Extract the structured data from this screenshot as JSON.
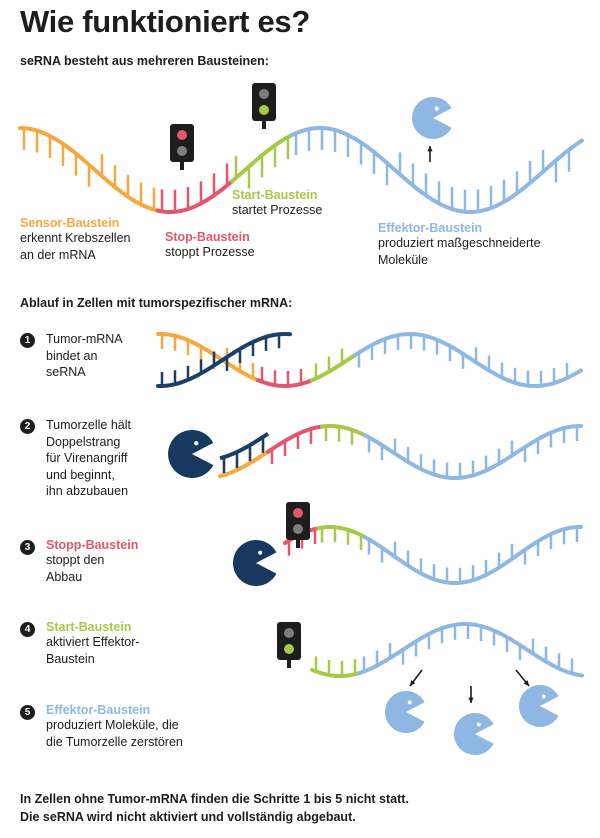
{
  "title": "Wie funktioniert es?",
  "intro_heading": "seRNA besteht aus mehreren Bausteinen:",
  "components": [
    {
      "name": "Sensor-Baustein",
      "text": "erkennt Krebszellen\nan der mRNA"
    },
    {
      "name": "Stop-Baustein",
      "text": "stoppt Prozesse"
    },
    {
      "name": "Start-Baustein",
      "text": "startet Prozesse"
    },
    {
      "name": "Effektor-Baustein",
      "text": "produziert maßgeschneiderte\nMoleküle"
    }
  ],
  "process_heading": "Ablauf in Zellen mit tumorspezifischer mRNA:",
  "steps": [
    {
      "num": "1",
      "title": "",
      "text": "Tumor-mRNA\nbindet an\nseRNA"
    },
    {
      "num": "2",
      "title": "",
      "text": "Tumorzelle hält\nDoppelstrang\nfür Virenangriff\nund beginnt,\nihn abzubauen"
    },
    {
      "num": "3",
      "title": "Stopp-Baustein",
      "text": "stoppt den\nAbbau"
    },
    {
      "num": "4",
      "title": "Start-Baustein",
      "text": "aktiviert Effektor-\nBaustein"
    },
    {
      "num": "5",
      "title": "Effektor-Baustein",
      "text": "produziert Moleküle, die\ndie Tumorzelle zerstören"
    }
  ],
  "footer_line1": "In Zellen ohne Tumor-mRNA finden die Schritte 1 bis 5 nicht statt.",
  "footer_line2": "Die seRNA wird nicht aktiviert und vollständig abgebaut.",
  "colors": {
    "sensor": "#f7a740",
    "stop": "#e4566b",
    "start": "#a6c948",
    "effector": "#8fb7e3",
    "tumor_mrna": "#1b3f66",
    "cell_enzyme": "#17385f",
    "light_housing": "#1d1d1b",
    "light_red": "#e4566b",
    "light_green": "#a6c948",
    "light_off": "#7d7d7d"
  },
  "icons": [
    "traffic-light-icon",
    "pacman-molecule-icon",
    "pacman-cell-icon",
    "arrow-icon"
  ]
}
